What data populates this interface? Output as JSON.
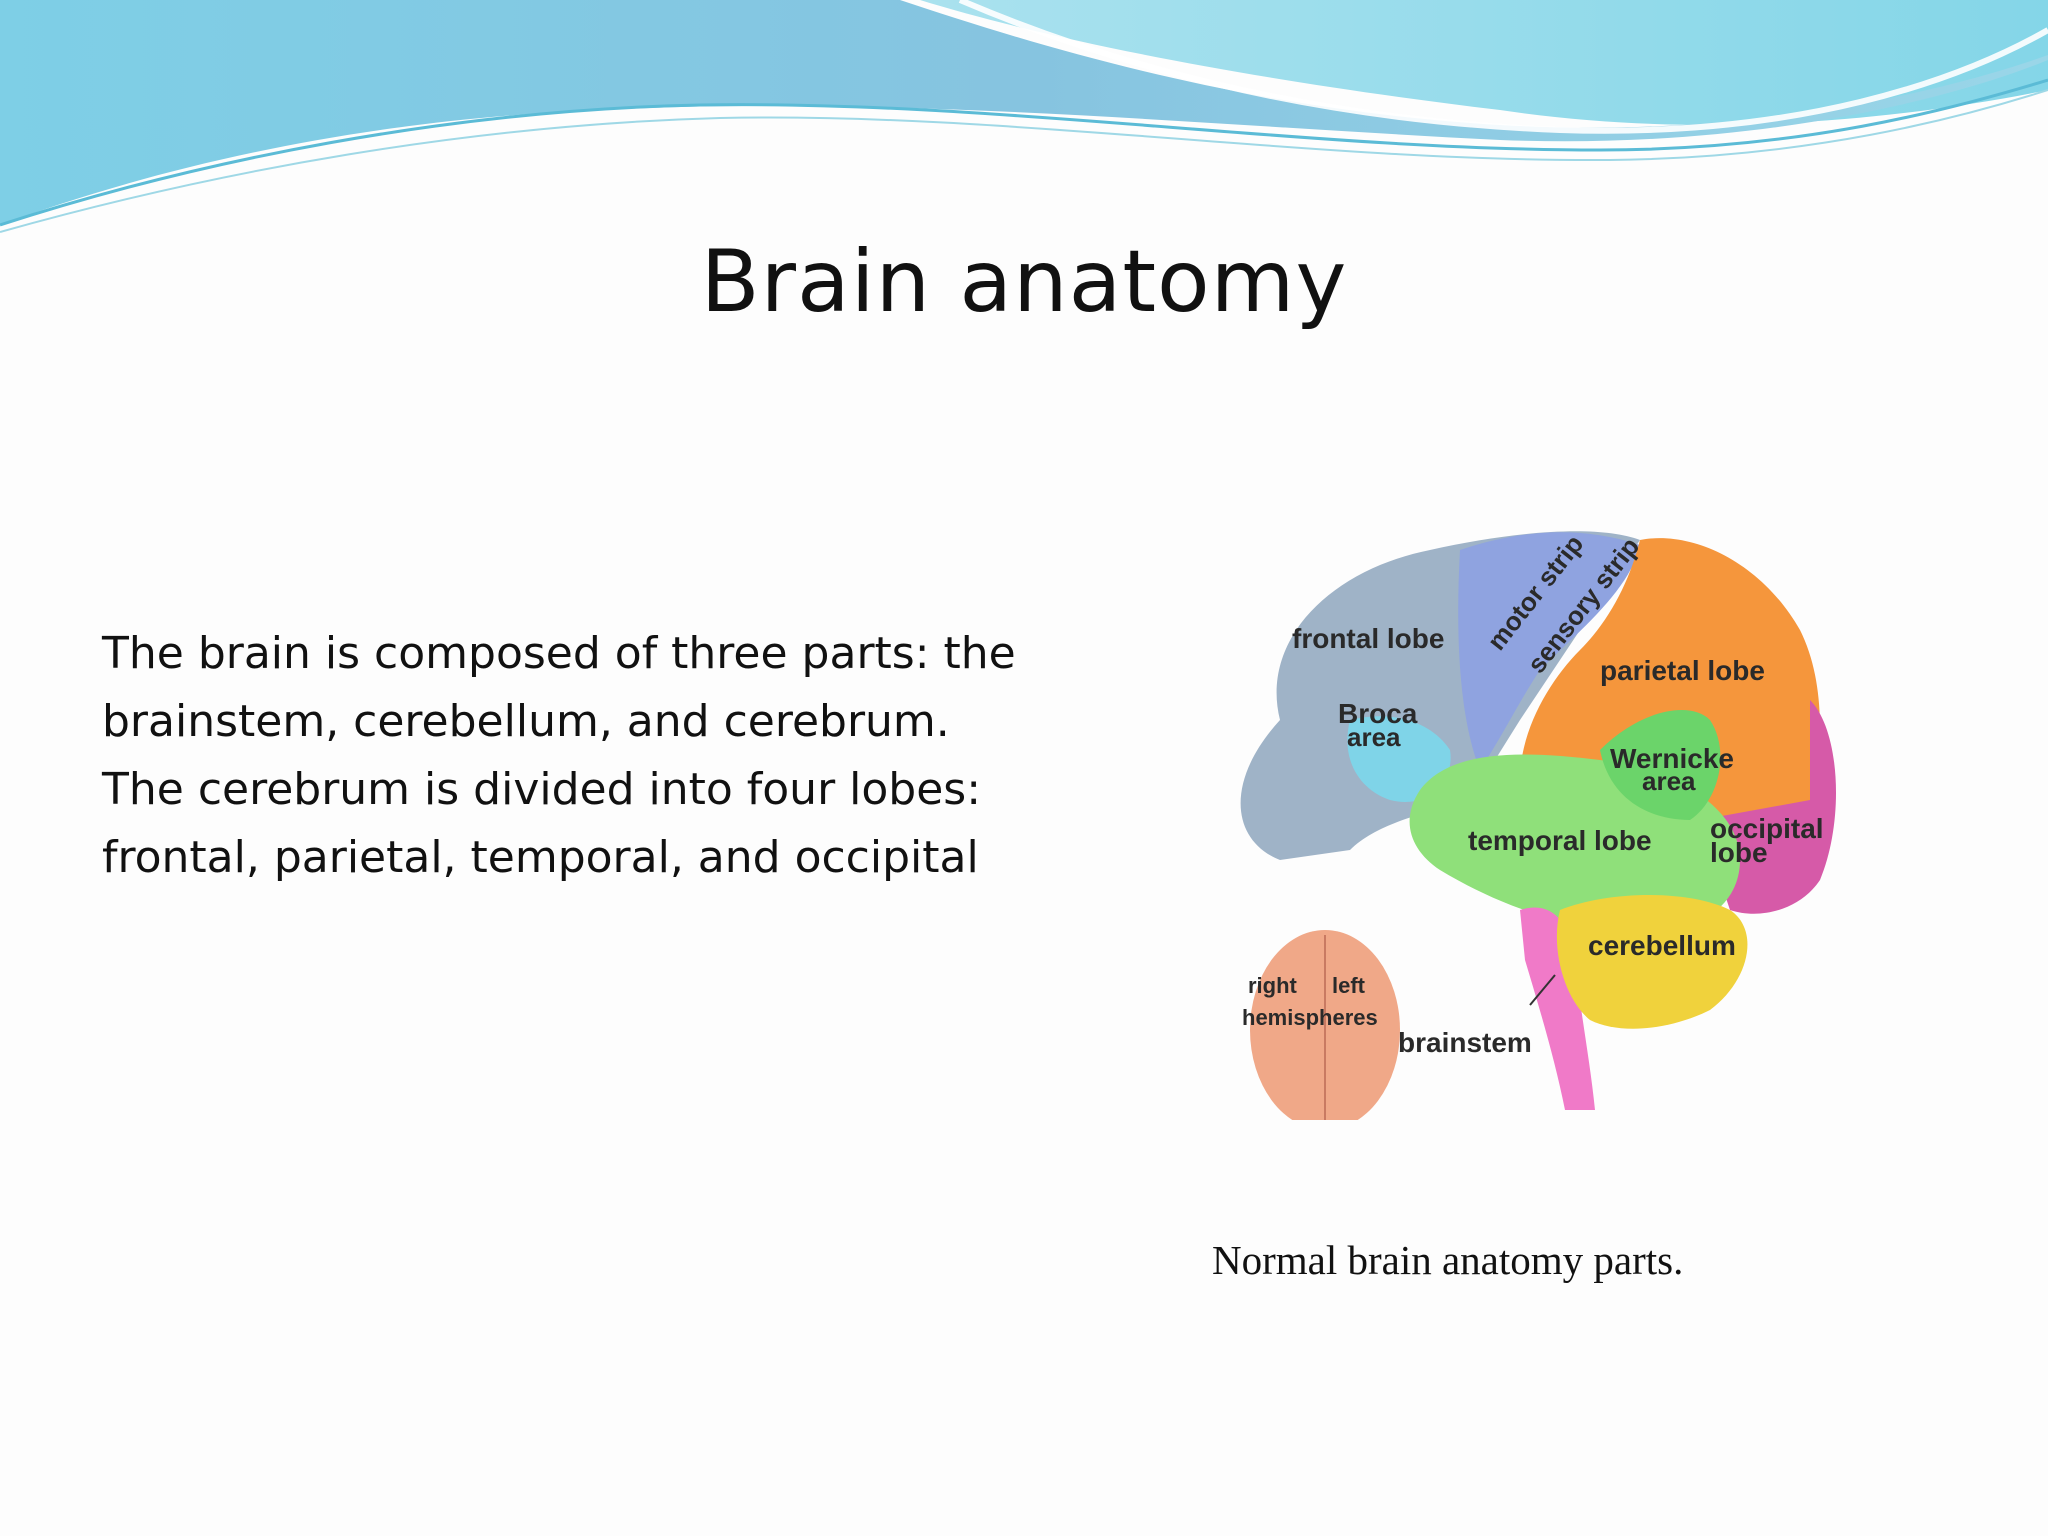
{
  "slide": {
    "title": "Brain anatomy",
    "body_lines": [
      "The brain is composed of three parts: the",
      "brainstem, cerebellum, and cerebrum.",
      "The cerebrum is divided into four lobes:",
      "frontal, parietal, temporal, and occipital"
    ],
    "caption": "Normal brain anatomy parts."
  },
  "figure": {
    "labels": {
      "frontal_lobe": "frontal lobe",
      "motor_strip": "motor strip",
      "sensory_strip": "sensory strip",
      "parietal_lobe": "parietal lobe",
      "broca_1": "Broca",
      "broca_2": "area",
      "wernicke_1": "Wernicke",
      "wernicke_2": "area",
      "temporal_lobe": "temporal lobe",
      "occipital_1": "occipital",
      "occipital_2": "lobe",
      "cerebellum": "cerebellum",
      "brainstem": "brainstem",
      "right": "right",
      "left": "left",
      "hemispheres": "hemispheres"
    },
    "colors": {
      "frontal": "#9fb3c7",
      "motor": "#8fa3e0",
      "sensory_parietal": "#f5963c",
      "broca": "#7fd4e8",
      "wernicke": "#6bd46a",
      "temporal": "#8fe07a",
      "occipital": "#d65aa8",
      "cerebellum": "#f0d23c",
      "brainstem": "#f07ac8",
      "hemispheres": "#f0a888"
    }
  }
}
